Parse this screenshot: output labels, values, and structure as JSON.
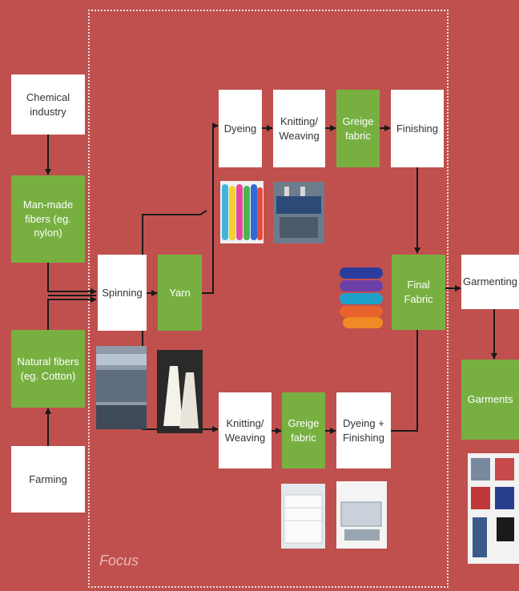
{
  "focus_label": "Focus",
  "nodes": {
    "chemical_industry": "Chemical industry",
    "man_made_fibers": "Man-made fibers (eg. nylon)",
    "natural_fibers": "Natural fibers (eg. Cotton)",
    "farming": "Farming",
    "spinning": "Spinning",
    "yarn": "Yarn",
    "dyeing": "Dyeing",
    "knitting_weaving_top": "Knitting/ Weaving",
    "greige_fabric_top": "Greige fabric",
    "finishing": "Finishing",
    "final_fabric": "Final Fabric",
    "knitting_weaving_bottom": "Knitting/ Weaving",
    "greige_fabric_bottom": "Greige fabric",
    "dyeing_finishing": "Dyeing + Finishing",
    "garmenting": "Garmenting",
    "garments": "Garments"
  },
  "colors": {
    "background": "#c0504d",
    "green_box": "#77b041",
    "white_box": "#ffffff",
    "arrow": "#1a1a1a"
  }
}
